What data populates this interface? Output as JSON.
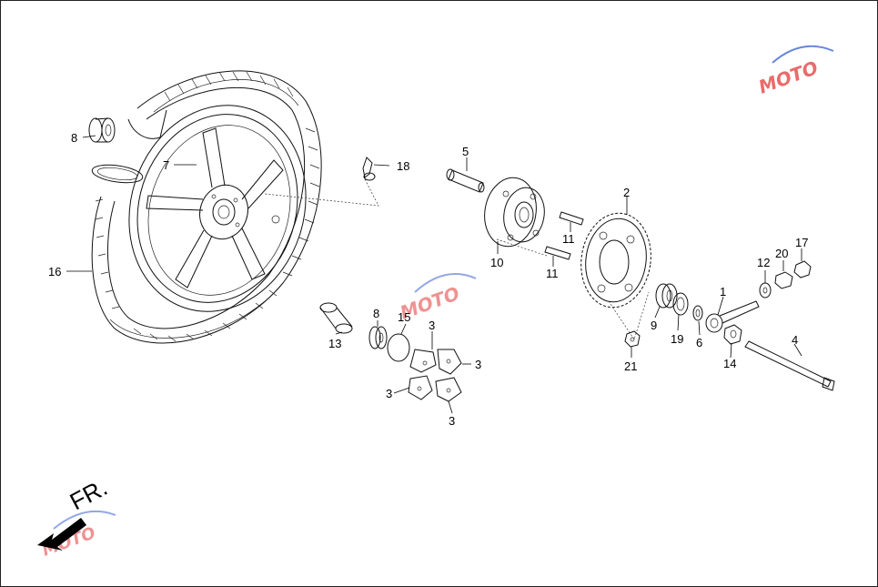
{
  "callouts": [
    {
      "id": "c1",
      "text": "1"
    },
    {
      "id": "c2",
      "text": "2"
    },
    {
      "id": "c3a",
      "text": "3"
    },
    {
      "id": "c3b",
      "text": "3"
    },
    {
      "id": "c3c",
      "text": "3"
    },
    {
      "id": "c3d",
      "text": "3"
    },
    {
      "id": "c4",
      "text": "4"
    },
    {
      "id": "c5",
      "text": "5"
    },
    {
      "id": "c6",
      "text": "6"
    },
    {
      "id": "c7",
      "text": "7"
    },
    {
      "id": "c8a",
      "text": "8"
    },
    {
      "id": "c8b",
      "text": "8"
    },
    {
      "id": "c9",
      "text": "9"
    },
    {
      "id": "c10",
      "text": "10"
    },
    {
      "id": "c11a",
      "text": "11"
    },
    {
      "id": "c11b",
      "text": "11"
    },
    {
      "id": "c12",
      "text": "12"
    },
    {
      "id": "c13",
      "text": "13"
    },
    {
      "id": "c14",
      "text": "14"
    },
    {
      "id": "c15",
      "text": "15"
    },
    {
      "id": "c16",
      "text": "16"
    },
    {
      "id": "c17",
      "text": "17"
    },
    {
      "id": "c18",
      "text": "18"
    },
    {
      "id": "c19",
      "text": "19"
    },
    {
      "id": "c20",
      "text": "20"
    },
    {
      "id": "c21",
      "text": "21"
    }
  ],
  "direction_label": "FR.",
  "watermark": {
    "text": "MOTO",
    "colors": [
      "#e23a3a",
      "#3a5fd0",
      "#b8b8b8"
    ]
  },
  "colors": {
    "ink": "#111111",
    "background": "#ffffff",
    "arrow": "#000000"
  }
}
